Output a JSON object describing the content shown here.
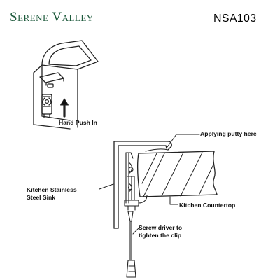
{
  "header": {
    "brand": "Serene Valley",
    "model": "NSA103",
    "brand_color": "#1e5a3c"
  },
  "labels": {
    "hand_push": "Hand Push In",
    "putty": "Applying putty here",
    "sink_line1": "Kitchen Stainless",
    "sink_line2": "Steel Sink",
    "countertop": "Kitchen Countertop",
    "screw_line1": "Screw driver to",
    "screw_line2": "tighten the clip"
  }
}
